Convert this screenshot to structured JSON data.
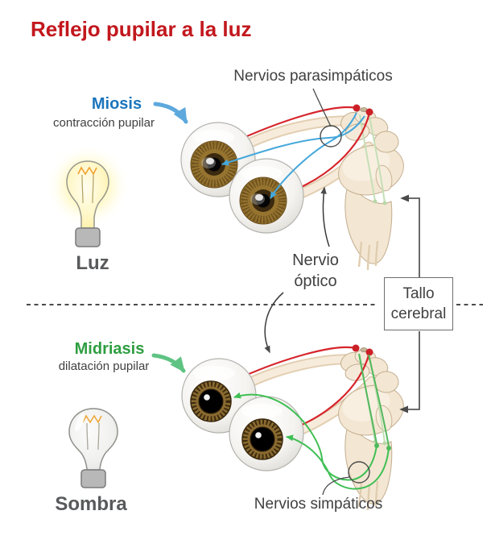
{
  "title": "Reflejo pupilar a la luz",
  "sections": {
    "light": {
      "response_name": "Miosis",
      "response_desc": "contracción pupilar",
      "stimulus_label": "Luz",
      "nerves_label": "Nervios parasimpáticos"
    },
    "shadow": {
      "response_name": "Midriasis",
      "response_desc": "dilatación pupilar",
      "stimulus_label": "Sombra",
      "nerves_label": "Nervios simpáticos"
    }
  },
  "shared_labels": {
    "optic_nerve": "Nervio óptico",
    "brainstem_box": "Tallo cerebral"
  },
  "icons": {
    "light_on": "light-bulb-on-icon",
    "light_off": "light-bulb-off-icon",
    "eye": "eyeball-illustration",
    "brainstem": "brainstem-illustration"
  },
  "colors": {
    "title_red": "#c2171d",
    "miosis_blue": "#1b75bc",
    "midriasis_green": "#2e9e41",
    "parasympathetic_nerve_blue": "#45a7db",
    "sympathetic_nerve_green": "#3fbf54",
    "optic_nerve_red": "#d6252b",
    "label_gray": "#414042",
    "stimulus_label_gray": "#58595b",
    "brainstem_beige": "#f3e7d3"
  }
}
